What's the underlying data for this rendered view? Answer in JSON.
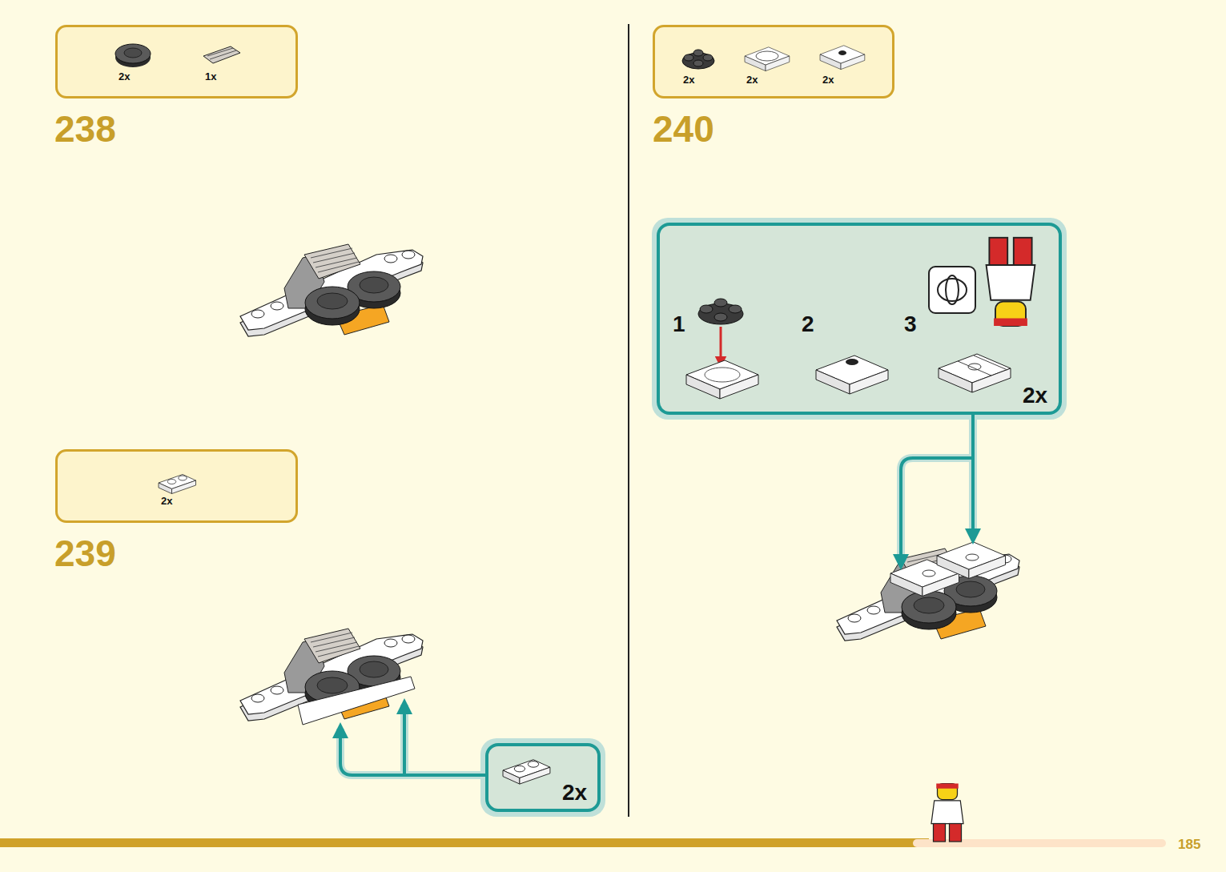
{
  "diagram": {
    "nodes": [
      {
        "text": [
          "2x",
          "1x"
        ]
      },
      {
        "text": [
          "2x"
        ]
      },
      {
        "text": [
          "2x"
        ]
      },
      {
        "text": [
          "2x",
          "2x",
          "2x"
        ]
      },
      {
        "text": [
          "1",
          "2",
          "3",
          "2x"
        ]
      }
    ],
    "labels": [
      "238",
      "239",
      "240",
      "185"
    ]
  }
}
